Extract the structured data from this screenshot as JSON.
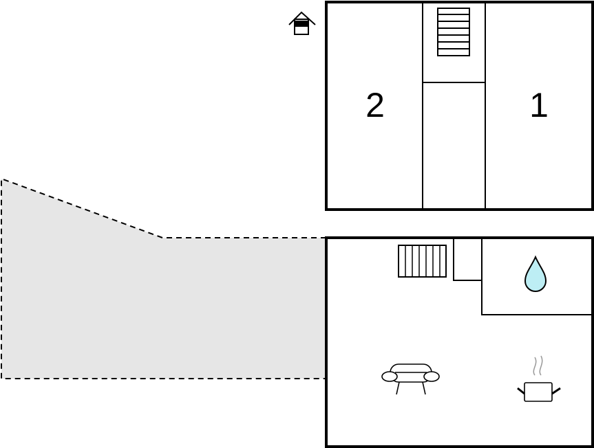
{
  "upper_floor": {
    "rooms": [
      {
        "label": "2",
        "type": "bedroom"
      },
      {
        "label": "1",
        "type": "bedroom"
      }
    ],
    "stairs_icon": "stairs-icon"
  },
  "lower_floor": {
    "icons": [
      "radiator-icon",
      "water-drop-icon",
      "sofa-icon",
      "cooking-pot-icon"
    ]
  },
  "outdoor": {
    "terrace_fill": "#e6e6e6"
  },
  "entrance_icon": "house-entrance-icon",
  "colors": {
    "wall": "#000000",
    "water": "#bdeef4",
    "terrace": "#e6e6e6"
  }
}
